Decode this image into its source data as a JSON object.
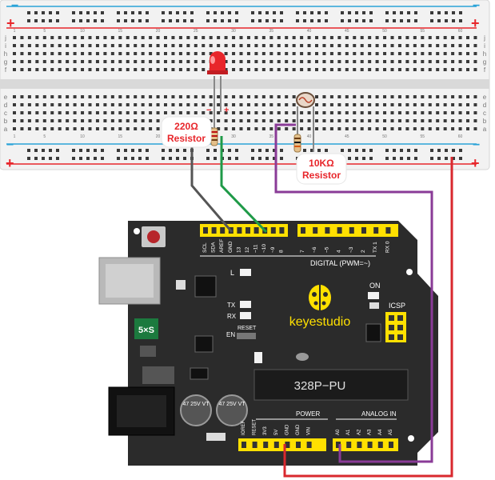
{
  "breadboard": {
    "rail_plus": "+",
    "rail_minus": "−",
    "col_numbers": [
      "1",
      "5",
      "10",
      "15",
      "20",
      "25",
      "30",
      "35",
      "40",
      "45",
      "50",
      "55",
      "60"
    ],
    "row_letters_top": [
      "j",
      "i",
      "h",
      "g",
      "f"
    ],
    "row_letters_bottom": [
      "e",
      "d",
      "c",
      "b",
      "a"
    ]
  },
  "components": {
    "resistor_220": {
      "value": "220Ω",
      "label": "Resistor"
    },
    "resistor_10k": {
      "value": "10KΩ",
      "label": "Resistor"
    },
    "led_color": "#e8262b",
    "led_minus": "−",
    "led_plus": "+"
  },
  "board": {
    "brand": "keyestudio",
    "chip_label": "328P−PU",
    "digital_header_label": "DIGITAL (PWM=~)",
    "power_label": "POWER",
    "analog_label": "ANALOG IN",
    "icsp_label": "ICSP",
    "on_label": "ON",
    "reset_label": "RESET",
    "en_label": "EN",
    "led_l_label": "L",
    "tx_label": "TX",
    "rx_label": "RX",
    "fuse_label": "5×S",
    "cap_label": "47 25V VT",
    "top_pins": [
      "SCL",
      "SDA",
      "AREF",
      "GND",
      "13",
      "12",
      "~11",
      "~10",
      "~9",
      "8",
      "7",
      "~6",
      "~5",
      "4",
      "~3",
      "2",
      "TX 1",
      "RX 0"
    ],
    "power_pins": [
      "IOREF",
      "RESET",
      "3V3",
      "5V",
      "GND",
      "GND",
      "VIN"
    ],
    "analog_pins": [
      "A0",
      "A1",
      "A2",
      "A3",
      "A4",
      "A5"
    ]
  },
  "colors": {
    "rail_red": "#e8262b",
    "rail_blue": "#2aa3d8",
    "board_dark": "#2b2b2b",
    "header_yellow": "#ffe000",
    "wire_red": "#d9282e",
    "wire_purple": "#8a3b97",
    "wire_green": "#1f9a48",
    "wire_gray": "#555555"
  }
}
